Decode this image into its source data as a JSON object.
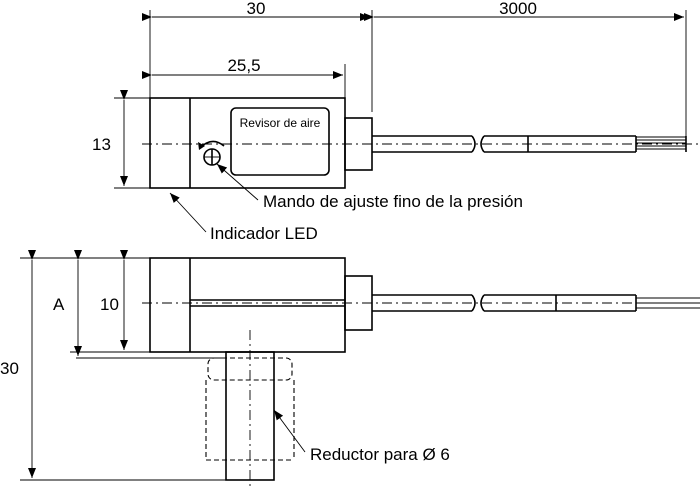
{
  "dimensions": {
    "overall_length": "30",
    "cable_length": "3000",
    "body_length": "25,5",
    "height_top_view": "13",
    "height_side_view": "10",
    "dim_a": "A",
    "overall_height": "30"
  },
  "labels": {
    "display_label": "Revisor de aire",
    "fine_adjust": "Mando de ajuste fino de la presión",
    "led_indicator": "Indicador LED",
    "reducer": "Reductor para Ø 6"
  }
}
